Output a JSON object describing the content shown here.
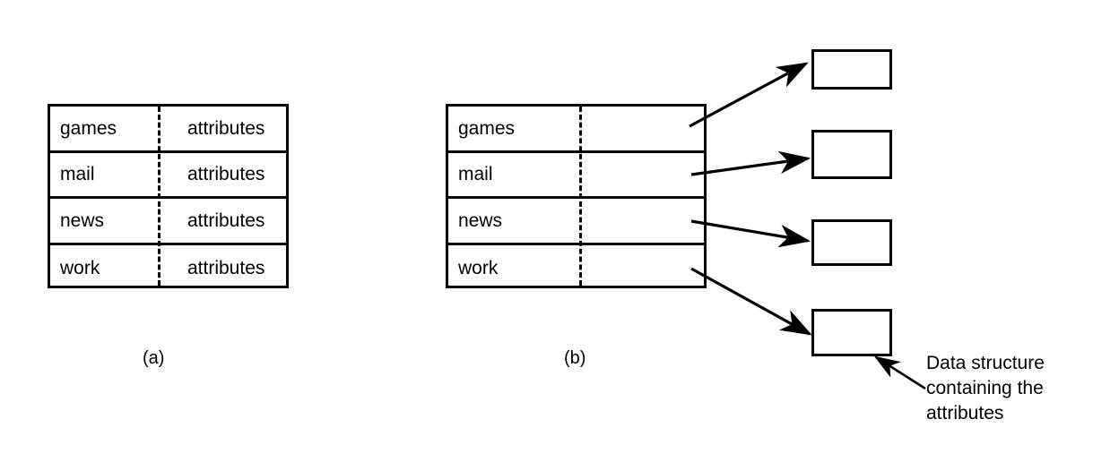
{
  "figure": {
    "panel_a": {
      "label": "(a)",
      "rows": [
        {
          "key": "games",
          "value": "attributes"
        },
        {
          "key": "mail",
          "value": "attributes"
        },
        {
          "key": "news",
          "value": "attributes"
        },
        {
          "key": "work",
          "value": "attributes"
        }
      ]
    },
    "panel_b": {
      "label": "(b)",
      "rows": [
        {
          "key": "games",
          "value": ""
        },
        {
          "key": "mail",
          "value": ""
        },
        {
          "key": "news",
          "value": ""
        },
        {
          "key": "work",
          "value": ""
        }
      ],
      "attribute_boxes": [
        {
          "label": ""
        },
        {
          "label": ""
        },
        {
          "label": ""
        },
        {
          "label": ""
        }
      ],
      "annotation": {
        "line1": "Data structure",
        "line2": "containing the",
        "line3": "attributes"
      }
    },
    "colors": {
      "stroke": "#000000",
      "background": "#ffffff"
    }
  }
}
